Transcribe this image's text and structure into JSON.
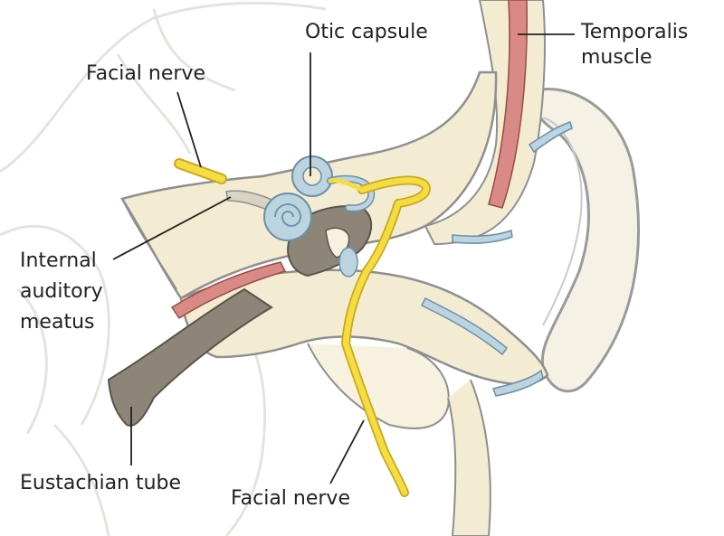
{
  "colors": {
    "background": "#ffffff",
    "skull_outline": "#e7e7e2",
    "bone_fill": "#f3ecd2",
    "bone_light": "#f7f2e0",
    "bone_edge": "#8f8f8f",
    "cartilage_fill": "#d8d3c4",
    "nerve": "#f6dc43",
    "nerve_edge": "#c8a91a",
    "inner_ear_blue": "#bcd3e0",
    "inner_ear_edge": "#6a8fa8",
    "muscle": "#d98a86",
    "muscle_edge": "#9c4a46",
    "dark_canal": "#8c8578",
    "ear_outline": "#9a9a9a",
    "label_text": "#222222",
    "leader_line": "#222222"
  },
  "labels": {
    "facial_nerve_top": "Facial nerve",
    "otic_capsule": "Otic capsule",
    "temporalis_line1": "Temporalis",
    "temporalis_line2": "muscle",
    "internal_line1": "Internal",
    "internal_line2": "auditory",
    "internal_line3": "meatus",
    "eustachian_tube": "Eustachian tube",
    "facial_nerve_bottom": "Facial nerve"
  }
}
